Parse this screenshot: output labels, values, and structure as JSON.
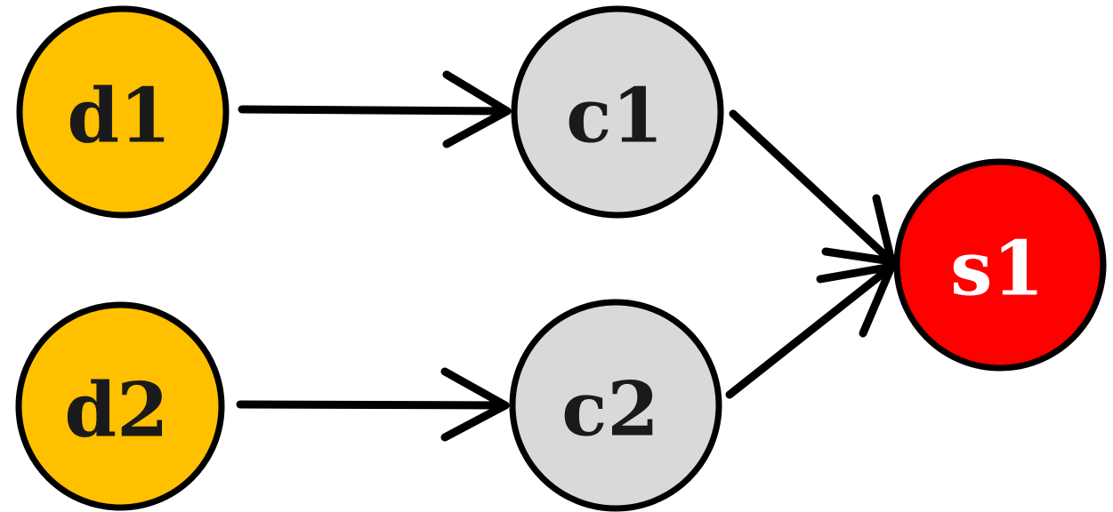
{
  "nodes": [
    {
      "id": "d1",
      "label": "d1",
      "fill": "#FFC000",
      "text_color": "#1a1a1a"
    },
    {
      "id": "d2",
      "label": "d2",
      "fill": "#FFC000",
      "text_color": "#1a1a1a"
    },
    {
      "id": "c1",
      "label": "c1",
      "fill": "#D9D9D9",
      "text_color": "#1a1a1a"
    },
    {
      "id": "c2",
      "label": "c2",
      "fill": "#D9D9D9",
      "text_color": "#1a1a1a"
    },
    {
      "id": "s1",
      "label": "s1",
      "fill": "#FF0000",
      "text_color": "#ffffff"
    }
  ],
  "edges": [
    {
      "from": "d1",
      "to": "c1"
    },
    {
      "from": "d2",
      "to": "c2"
    },
    {
      "from": "c1",
      "to": "s1"
    },
    {
      "from": "c2",
      "to": "s1"
    }
  ],
  "colors": {
    "stroke": "#000000",
    "background": "#ffffff"
  }
}
